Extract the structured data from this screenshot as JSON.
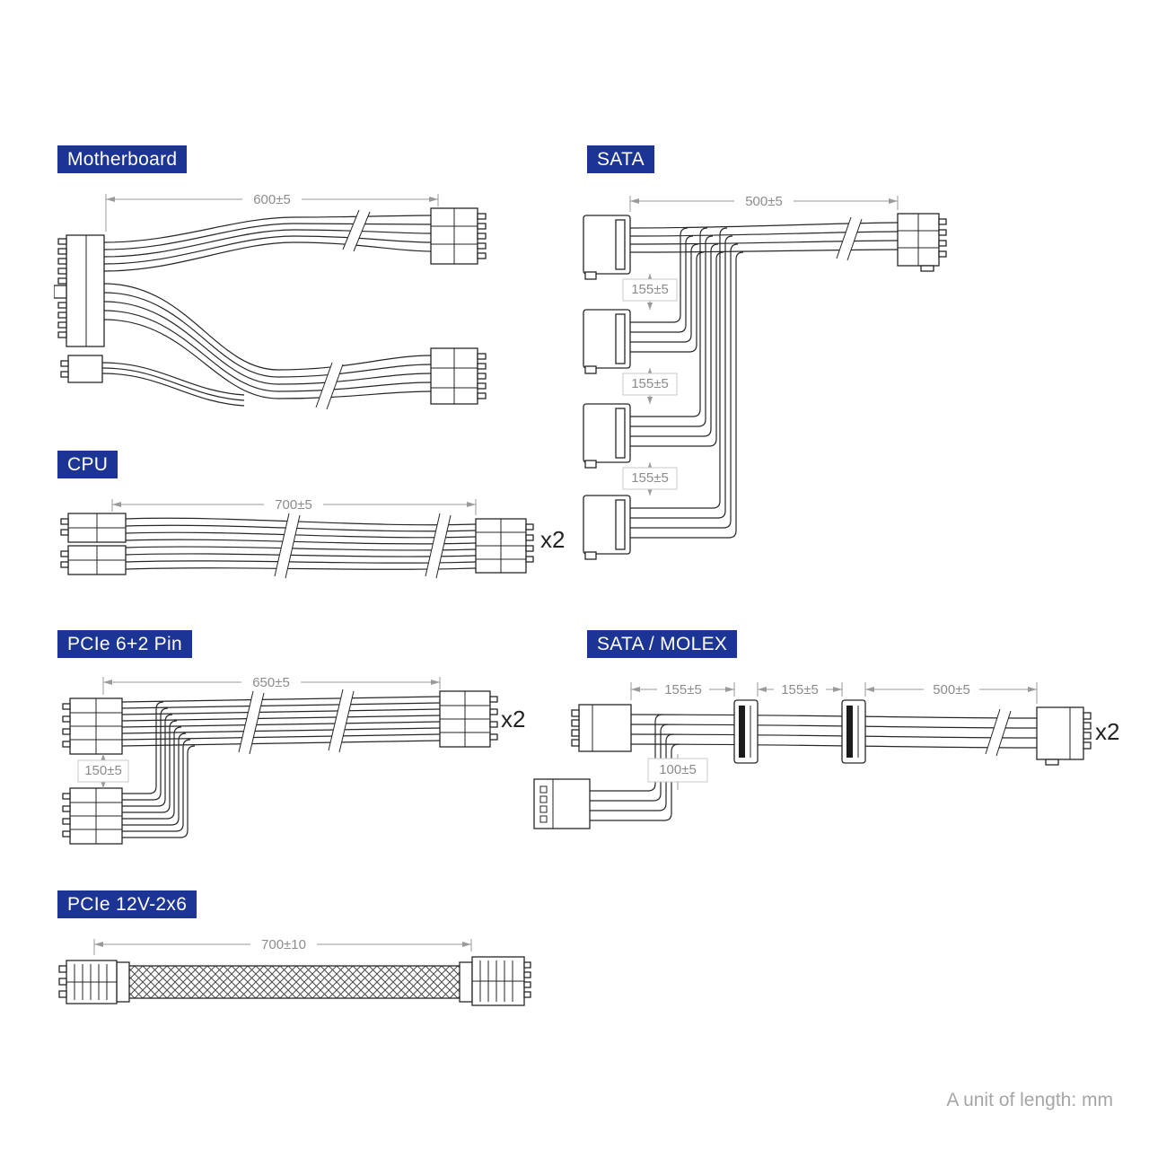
{
  "unit_note": "A unit of length: mm",
  "colors": {
    "accent_blue": "#1c3494",
    "line_dark": "#262626",
    "dimension_gray": "#9a9a9a"
  },
  "sections": {
    "motherboard": {
      "label": "Motherboard",
      "dims": {
        "main": "600±5"
      }
    },
    "sata": {
      "label": "SATA",
      "dims": {
        "main": "500±5",
        "seg1": "155±5",
        "seg2": "155±5",
        "seg3": "155±5"
      }
    },
    "cpu": {
      "label": "CPU",
      "dims": {
        "main": "700±5"
      },
      "multiplier": "x2"
    },
    "pcie_62": {
      "label": "PCIe 6+2 Pin",
      "dims": {
        "main": "650±5",
        "branch": "150±5"
      },
      "multiplier": "x2"
    },
    "sata_molex": {
      "label": "SATA / MOLEX",
      "dims": {
        "seg1": "155±5",
        "seg2": "155±5",
        "main": "500±5",
        "branch": "100±5"
      },
      "multiplier": "x2"
    },
    "pcie_12v2x6": {
      "label": "PCIe 12V-2x6",
      "dims": {
        "main": "700±10"
      }
    }
  }
}
